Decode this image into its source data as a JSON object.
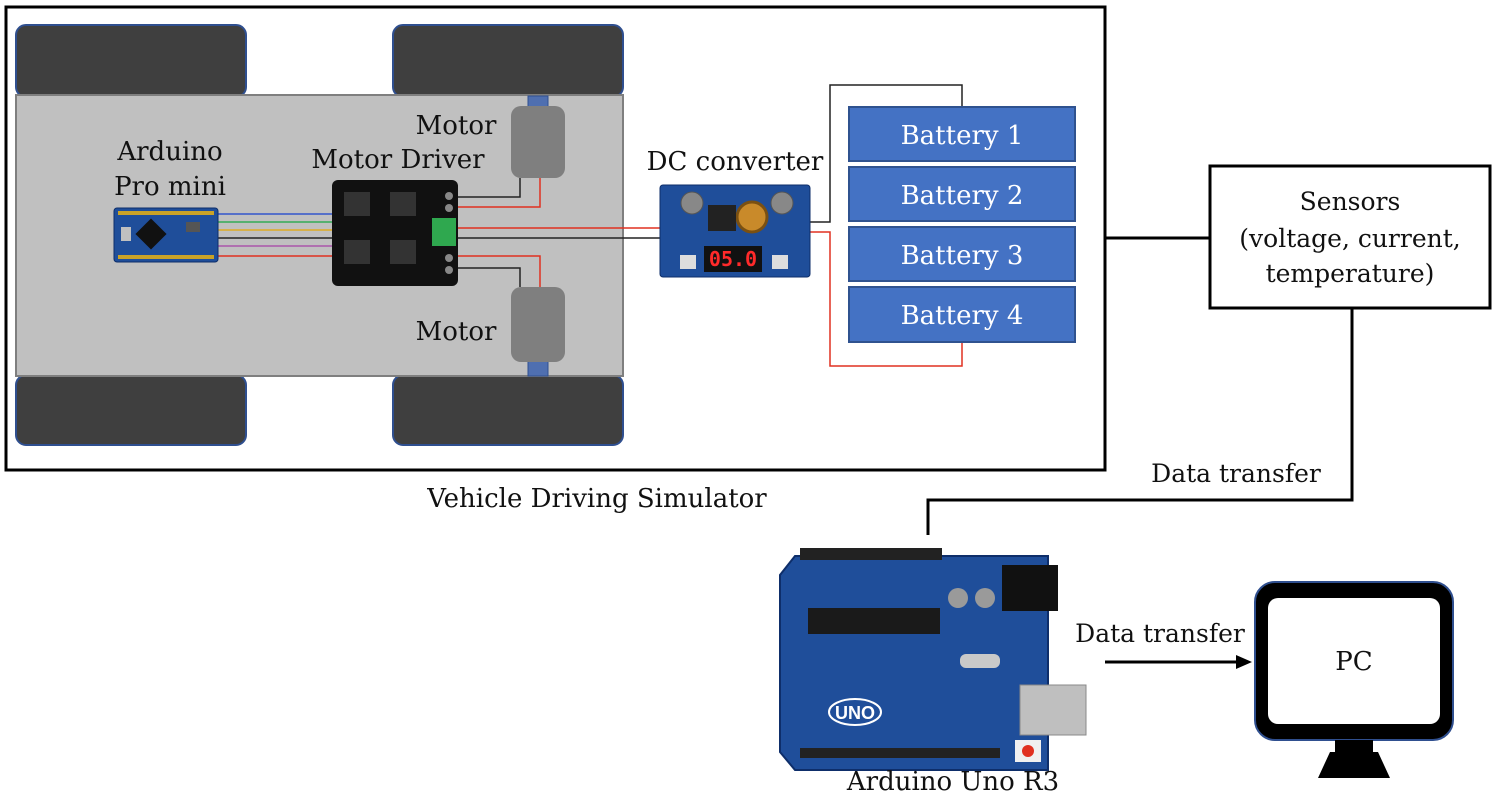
{
  "diagram": {
    "simulator_caption": "Vehicle Driving Simulator",
    "arduino_pro_mini": {
      "line1": "Arduino",
      "line2": "Pro mini"
    },
    "motor_driver_label": "Motor Driver",
    "motor_top_label": "Motor",
    "motor_bottom_label": "Motor",
    "dc_converter_label": "DC converter",
    "dc_display_value": "05.0",
    "batteries": [
      "Battery 1",
      "Battery 2",
      "Battery 3",
      "Battery 4"
    ],
    "sensors": {
      "title": "Sensors",
      "line2": "(voltage, current,",
      "line3": "temperature)"
    },
    "data_transfer_1": "Data transfer",
    "data_transfer_2": "Data transfer",
    "arduino_uno_label": "Arduino Uno R3",
    "uno_logo": "UNO",
    "pc_label": "PC"
  },
  "colors": {
    "battery_fill": "#4472C4",
    "battery_border": "#2F528F",
    "wheel": "#3F3F3F",
    "chassis": "#C0C0C0",
    "motor": "#7F7F7F",
    "board_blue": "#1F4E9A",
    "wire_red": "#E03020",
    "wire_black": "#222222"
  }
}
